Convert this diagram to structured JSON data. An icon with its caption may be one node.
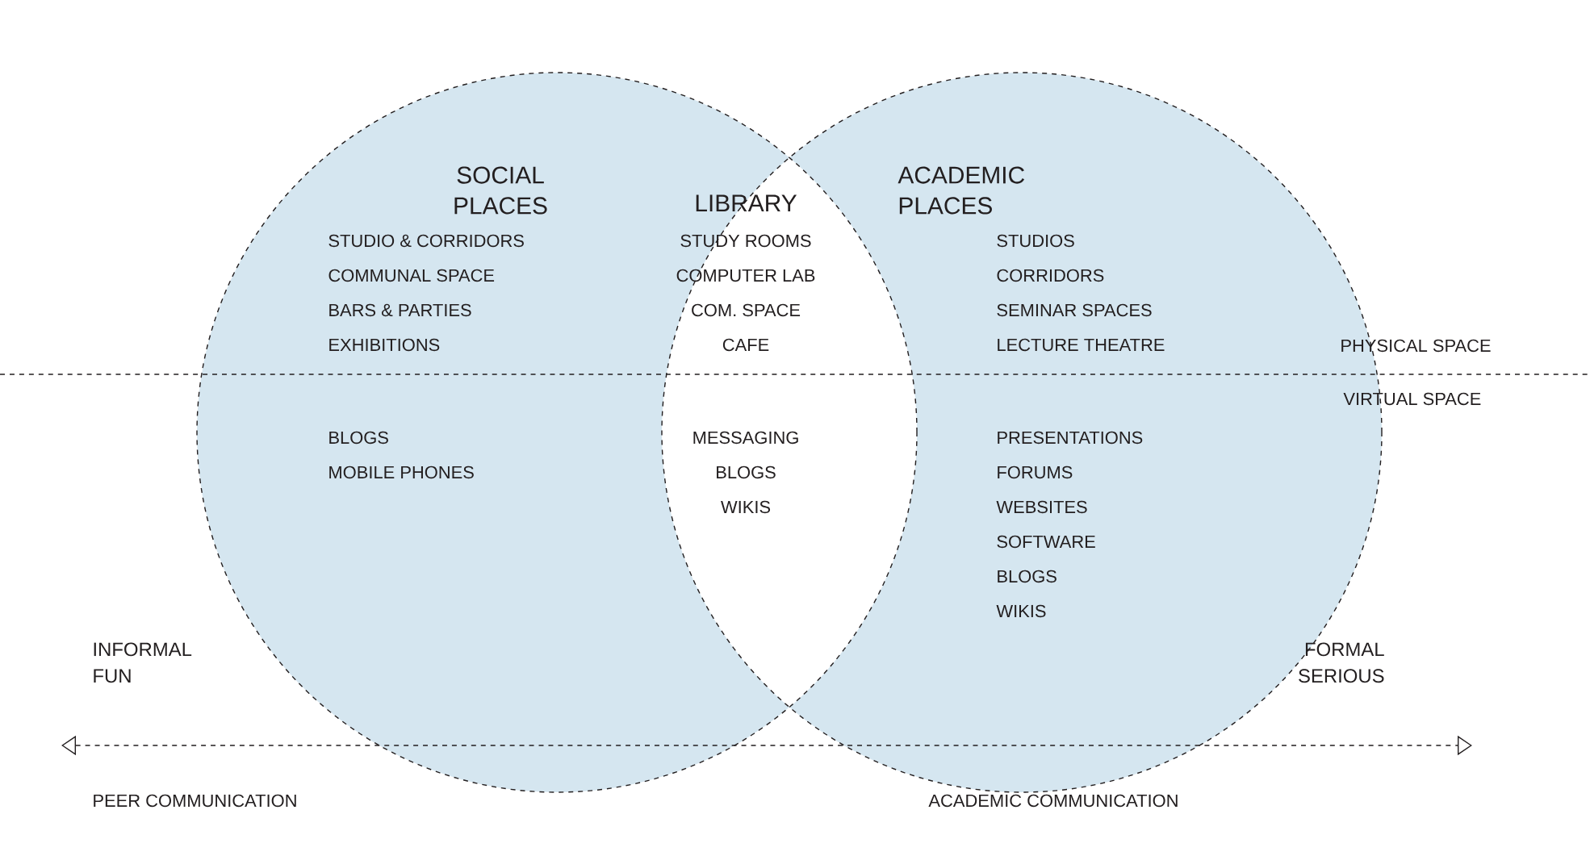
{
  "diagram": {
    "nodes": [
      {
        "text": [
          "SOCIAL PLACES",
          "STUDIO & CORRIDORS",
          "COMMUNAL SPACE",
          "BARS & PARTIES",
          "EXHIBITIONS",
          "BLOGS",
          "MOBILE PHONES"
        ]
      },
      {
        "text": [
          "ACADEMIC PLACES",
          "STUDIOS",
          "CORRIDORS",
          "SEMINAR SPACES",
          "LECTURE THEATRE",
          "PRESENTATIONS",
          "FORUMS",
          "WEBSITES",
          "SOFTWARE",
          "BLOGS",
          "WIKIS"
        ]
      }
    ],
    "labels": [
      "LIBRARY",
      "STUDY ROOMS",
      "COMPUTER LAB",
      "COM. SPACE",
      "CAFE",
      "MESSAGING",
      "BLOGS",
      "WIKIS",
      "PHYSICAL SPACE",
      "VIRTUAL SPACE",
      "INFORMAL FUN",
      "FORMAL SERIOUS",
      "PEER COMMUNICATION",
      "ACADEMIC COMMUNICATION"
    ]
  }
}
